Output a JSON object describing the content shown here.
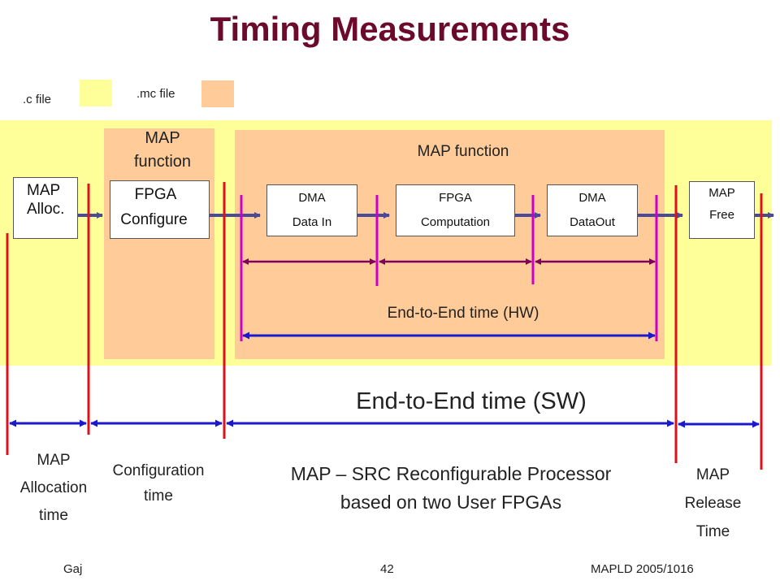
{
  "title": "Timing Measurements",
  "legend": {
    "c_file": ".c file",
    "mc_file": ".mc file",
    "c_color": "#ffff99",
    "mc_color": "#ffcc99"
  },
  "regions": {
    "map_function_small": [
      "MAP",
      "function"
    ],
    "map_function_large": "MAP function"
  },
  "boxes": {
    "map_alloc": [
      "MAP",
      "Alloc."
    ],
    "fpga_configure": [
      "FPGA",
      "Configure"
    ],
    "dma_data_in": [
      "DMA",
      "Data In"
    ],
    "fpga_computation": [
      "FPGA",
      "Computation"
    ],
    "dma_data_out": [
      "DMA",
      "DataOut"
    ],
    "map_free": [
      "MAP",
      "Free"
    ]
  },
  "labels": {
    "end_to_end_hw": "End-to-End time (HW)",
    "end_to_end_sw": "End-to-End time (SW)",
    "map_allocation_time": [
      "MAP",
      "Allocation",
      "time"
    ],
    "configuration_time": [
      "Configuration",
      "time"
    ],
    "processor_desc": [
      "MAP – SRC Reconfigurable Processor",
      "based on two User FPGAs"
    ],
    "map_release_time": [
      "MAP",
      "Release",
      "Time"
    ]
  },
  "footer": {
    "author": "Gaj",
    "page": "42",
    "event": "MAPLD 2005/1016"
  },
  "colors": {
    "title": "#6b0a2a",
    "red_marker": "#e0101a",
    "magenta_marker": "#cc00cc",
    "blue_arrow": "#1a1acc",
    "flow_arrow": "#4a4a99",
    "hw_arrow": "#800060"
  }
}
